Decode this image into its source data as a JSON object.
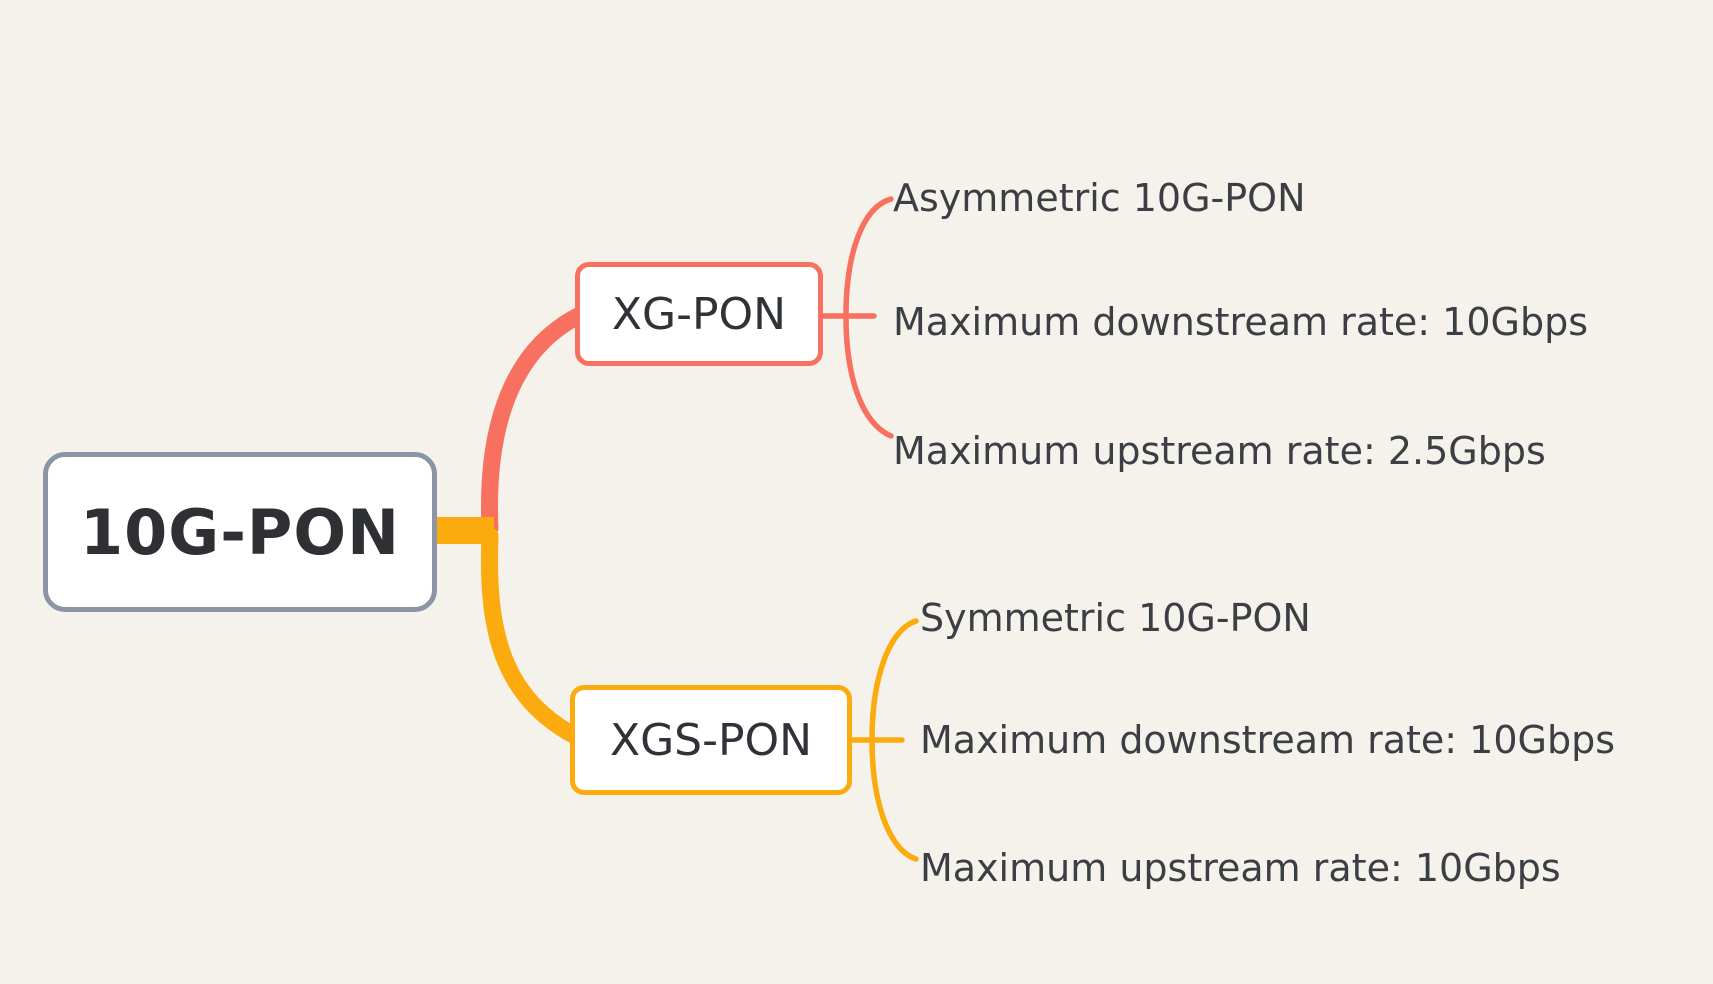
{
  "mindmap": {
    "root": {
      "label": "10G-PON"
    },
    "branches": [
      {
        "label": "XG-PON",
        "color": "#f8705f",
        "children": [
          "Asymmetric 10G-PON",
          "Maximum downstream rate: 10Gbps",
          "Maximum upstream rate: 2.5Gbps"
        ]
      },
      {
        "label": "XGS-PON",
        "color": "#fbab0e",
        "children": [
          "Symmetric 10G-PON",
          "Maximum downstream rate: 10Gbps",
          "Maximum upstream rate: 10Gbps"
        ]
      }
    ]
  },
  "colors": {
    "background": "#f5f2ec",
    "root_border": "#8b95a5",
    "branch_xg_pon": "#f8705f",
    "branch_xgs_pon": "#fbab0e",
    "node_fill": "#ffffff",
    "text": "#3b3e43"
  }
}
